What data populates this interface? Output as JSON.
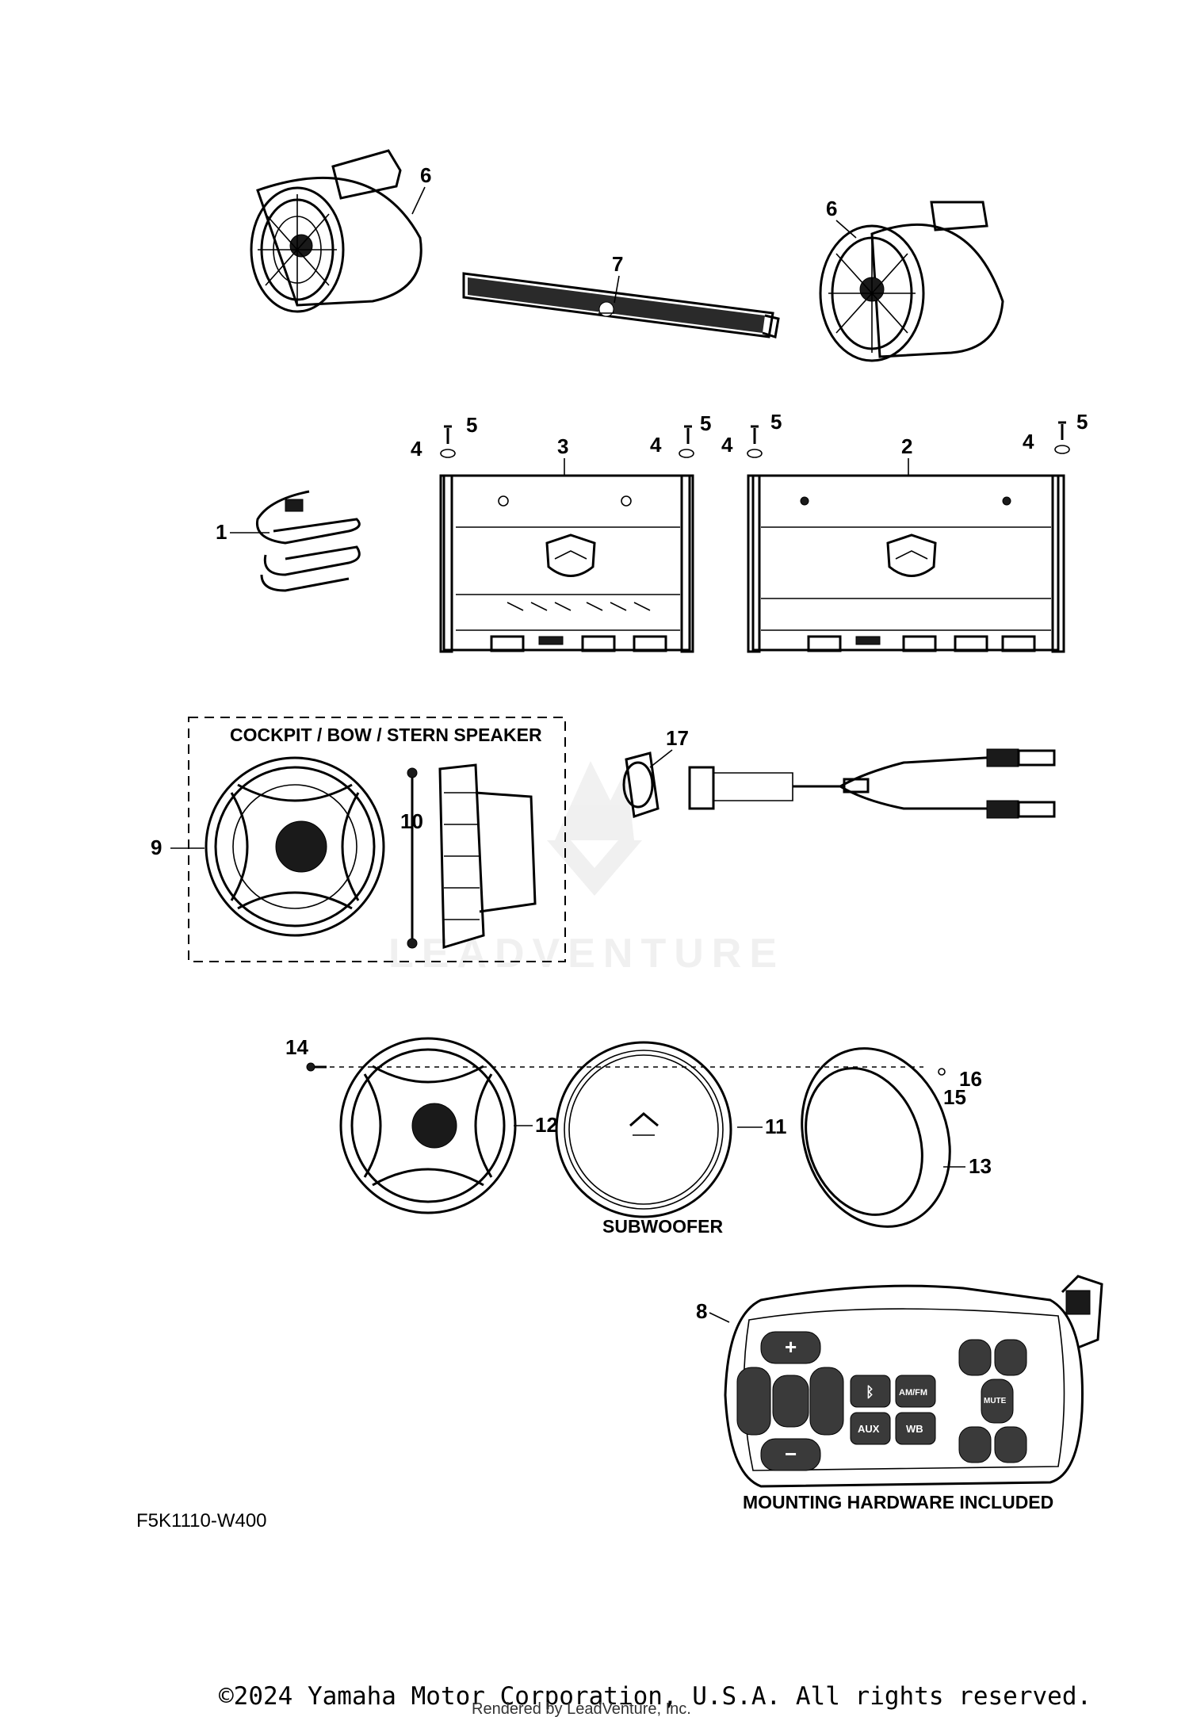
{
  "diagram": {
    "part_code": "F5K1110-W400",
    "copyright": "©2024 Yamaha Motor Corporation, U.S.A. All rights reserved.",
    "rendered_by": "Rendered by LeadVenture, Inc.",
    "watermark": "LEADVENTURE",
    "captions": {
      "speaker_box": "COCKPIT / BOW / STERN SPEAKER",
      "subwoofer": "SUBWOOFER",
      "remote": "MOUNTING HARDWARE INCLUDED"
    },
    "callouts": {
      "p1": "1",
      "p2": "2",
      "p3": "3",
      "p4a": "4",
      "p4b": "4",
      "p4c": "4",
      "p4d": "4",
      "p5a": "5",
      "p5b": "5",
      "p5c": "5",
      "p5d": "5",
      "p6a": "6",
      "p6b": "6",
      "p7": "7",
      "p8": "8",
      "p9": "9",
      "p10": "10",
      "p11": "11",
      "p12": "12",
      "p13": "13",
      "p14": "14",
      "p15": "15",
      "p16": "16",
      "p17": "17"
    },
    "remote_buttons": {
      "aux": "AUX",
      "wb": "WB",
      "amfm": "AM/FM",
      "mute": "MUTE"
    }
  }
}
